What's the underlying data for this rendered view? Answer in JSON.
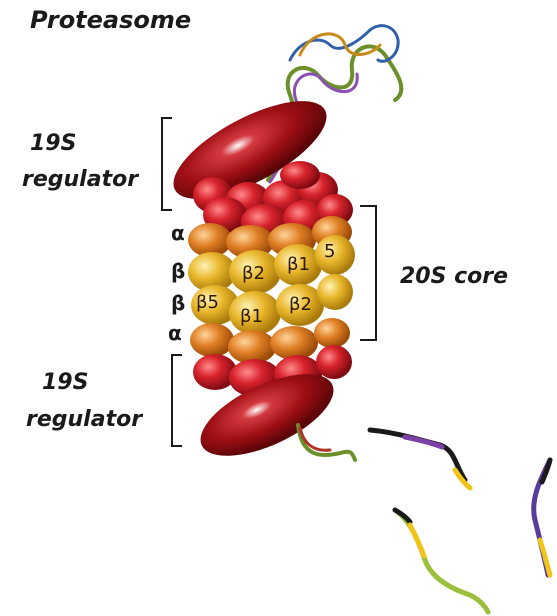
{
  "title": "Proteasome",
  "regulator_top": {
    "line1": "19S",
    "line2": "regulator"
  },
  "regulator_bottom": {
    "line1": "19S",
    "line2": "regulator"
  },
  "core_label": "20S core",
  "ring_labels": [
    "α",
    "β",
    "β",
    "α"
  ],
  "subunit_labels": {
    "b2_top": "β2",
    "b1_top": "β1",
    "five": "5",
    "b5_bottom": "β5",
    "b1_bottom": "β1",
    "b2_bottom": "β2"
  },
  "colors": {
    "regulator": "#9e0f14",
    "alpha_red": "#c91d25",
    "alpha_orange": "#d9741c",
    "beta_yellow": "#e8b62a"
  }
}
